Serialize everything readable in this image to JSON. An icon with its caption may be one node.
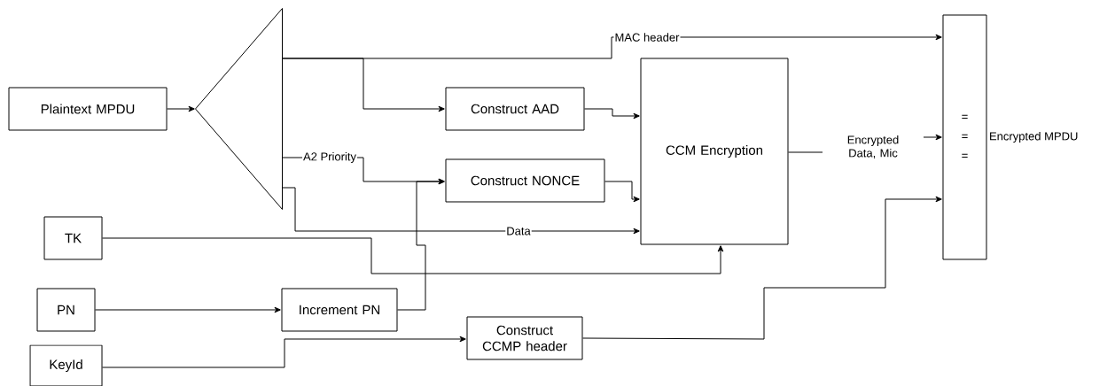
{
  "diagram": {
    "nodes": [
      {
        "text": [
          "Plaintext MPDU"
        ]
      },
      {
        "text": [],
        "shape": "triangle"
      },
      {
        "text": [
          "Construct AAD"
        ]
      },
      {
        "text": [
          "Construct NONCE"
        ]
      },
      {
        "text": [
          "CCM Encryption"
        ]
      },
      {
        "text": [
          "TK"
        ]
      },
      {
        "text": [
          "PN"
        ]
      },
      {
        "text": [
          "Increment PN"
        ]
      },
      {
        "text": [
          "KeyId"
        ]
      },
      {
        "text": [
          "Construct CCMP header"
        ]
      },
      {
        "text": [
          "= = ="
        ],
        "beside": [
          "Encrypted MPDU"
        ]
      }
    ],
    "edges": [
      {
        "from": 0,
        "to": 1,
        "arrow": "to"
      },
      {
        "from": 1,
        "to": 10,
        "arrow": "to",
        "label": "MAC header"
      },
      {
        "from": 1,
        "to": 2,
        "arrow": "to"
      },
      {
        "from": 1,
        "to": 3,
        "arrow": "to",
        "label": "A2 Priority"
      },
      {
        "from": 1,
        "to": 4,
        "arrow": "to",
        "label": "Data"
      },
      {
        "from": 2,
        "to": 4,
        "arrow": "to"
      },
      {
        "from": 3,
        "to": 4,
        "arrow": "to"
      },
      {
        "from": 4,
        "to": 10,
        "arrow": "to",
        "label": "Encrypted Data, Mic"
      },
      {
        "from": 5,
        "to": 4,
        "arrow": "to"
      },
      {
        "from": 6,
        "to": 7,
        "arrow": "to"
      },
      {
        "from": 7,
        "to": 3,
        "arrow": "to"
      },
      {
        "from": 8,
        "to": 9,
        "arrow": "to"
      },
      {
        "from": 9,
        "to": 10,
        "arrow": "to"
      }
    ]
  }
}
